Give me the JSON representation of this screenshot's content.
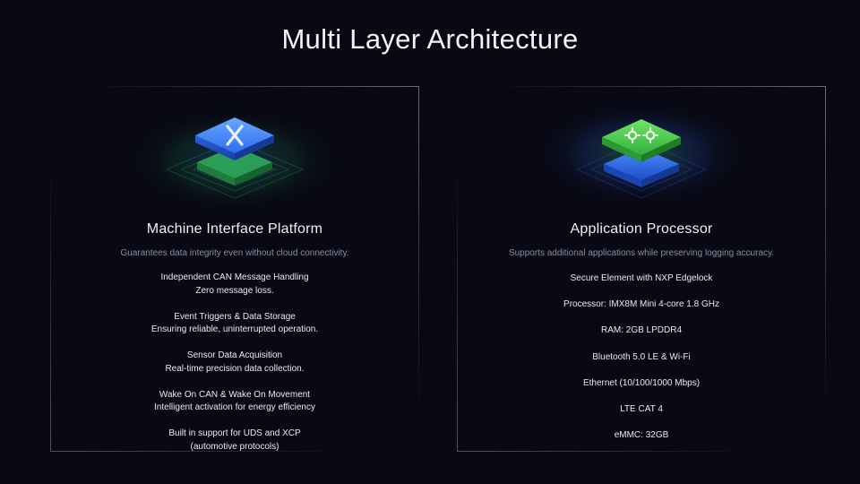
{
  "page": {
    "title": "Multi Layer Architecture",
    "background_color": "#080914"
  },
  "cards": [
    {
      "title": "Machine Interface Platform",
      "subtitle": "Guarantees data integrity even without cloud connectivity.",
      "icon": "x-logo-layer-stack-icon",
      "accent_color": "#3b7dff",
      "features": [
        {
          "line1": "Independent CAN Message Handling",
          "line2": "Zero message loss."
        },
        {
          "line1": "Event Triggers & Data Storage",
          "line2": "Ensuring reliable, uninterrupted operation."
        },
        {
          "line1": "Sensor Data Acquisition",
          "line2": "Real-time precision data collection."
        },
        {
          "line1": "Wake On CAN & Wake On Movement",
          "line2": "Intelligent activation for energy efficiency"
        },
        {
          "line1": "Built in support for UDS and XCP",
          "line2": "(automotive protocols)"
        }
      ]
    },
    {
      "title": "Application Processor",
      "subtitle": "Supports additional applications while preserving logging accuracy.",
      "icon": "gears-layer-stack-icon",
      "accent_color": "#3fcf4a",
      "specs": [
        "Secure Element with NXP Edgelock",
        "Processor: IMX8M Mini 4-core 1.8 GHz",
        "RAM: 2GB LPDDR4",
        "Bluetooth 5.0 LE & Wi-Fi",
        "Ethernet (10/100/1000 Mbps)",
        "LTE CAT 4",
        "eMMC: 32GB"
      ]
    }
  ]
}
